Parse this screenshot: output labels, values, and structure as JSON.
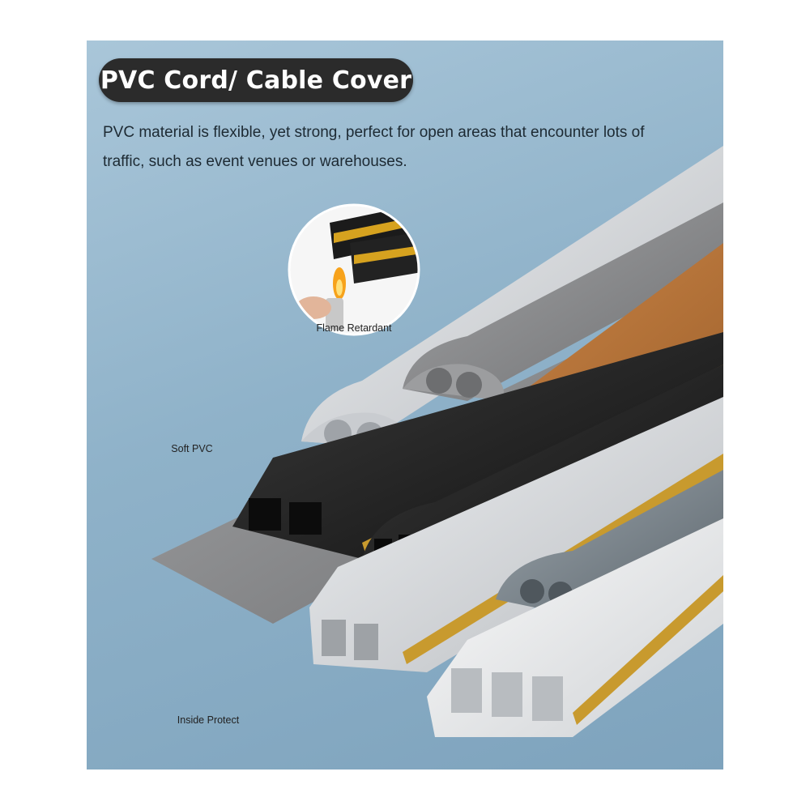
{
  "header": {
    "title": "PVC Cord/ Cable Cover",
    "description": "PVC material is flexible, yet strong, perfect for open areas that encounter lots of traffic, such as event venues or warehouses."
  },
  "features": [
    {
      "label": "Flame Retardant",
      "icon": "flame-lighter"
    },
    {
      "label": "Soft PVC",
      "icon": "pvc-profile"
    },
    {
      "label": "Inside Protect",
      "icon": "cable-channel"
    }
  ],
  "colors": {
    "background": "#8fb2c9",
    "pill": "#2b2b2b",
    "gray_cover": "#8c8d8f",
    "brown_cover": "#c07a3e",
    "black_cover": "#1f1f1f",
    "white_cover": "#e9e9e9",
    "adhesive_strip": "#c89a2e"
  }
}
